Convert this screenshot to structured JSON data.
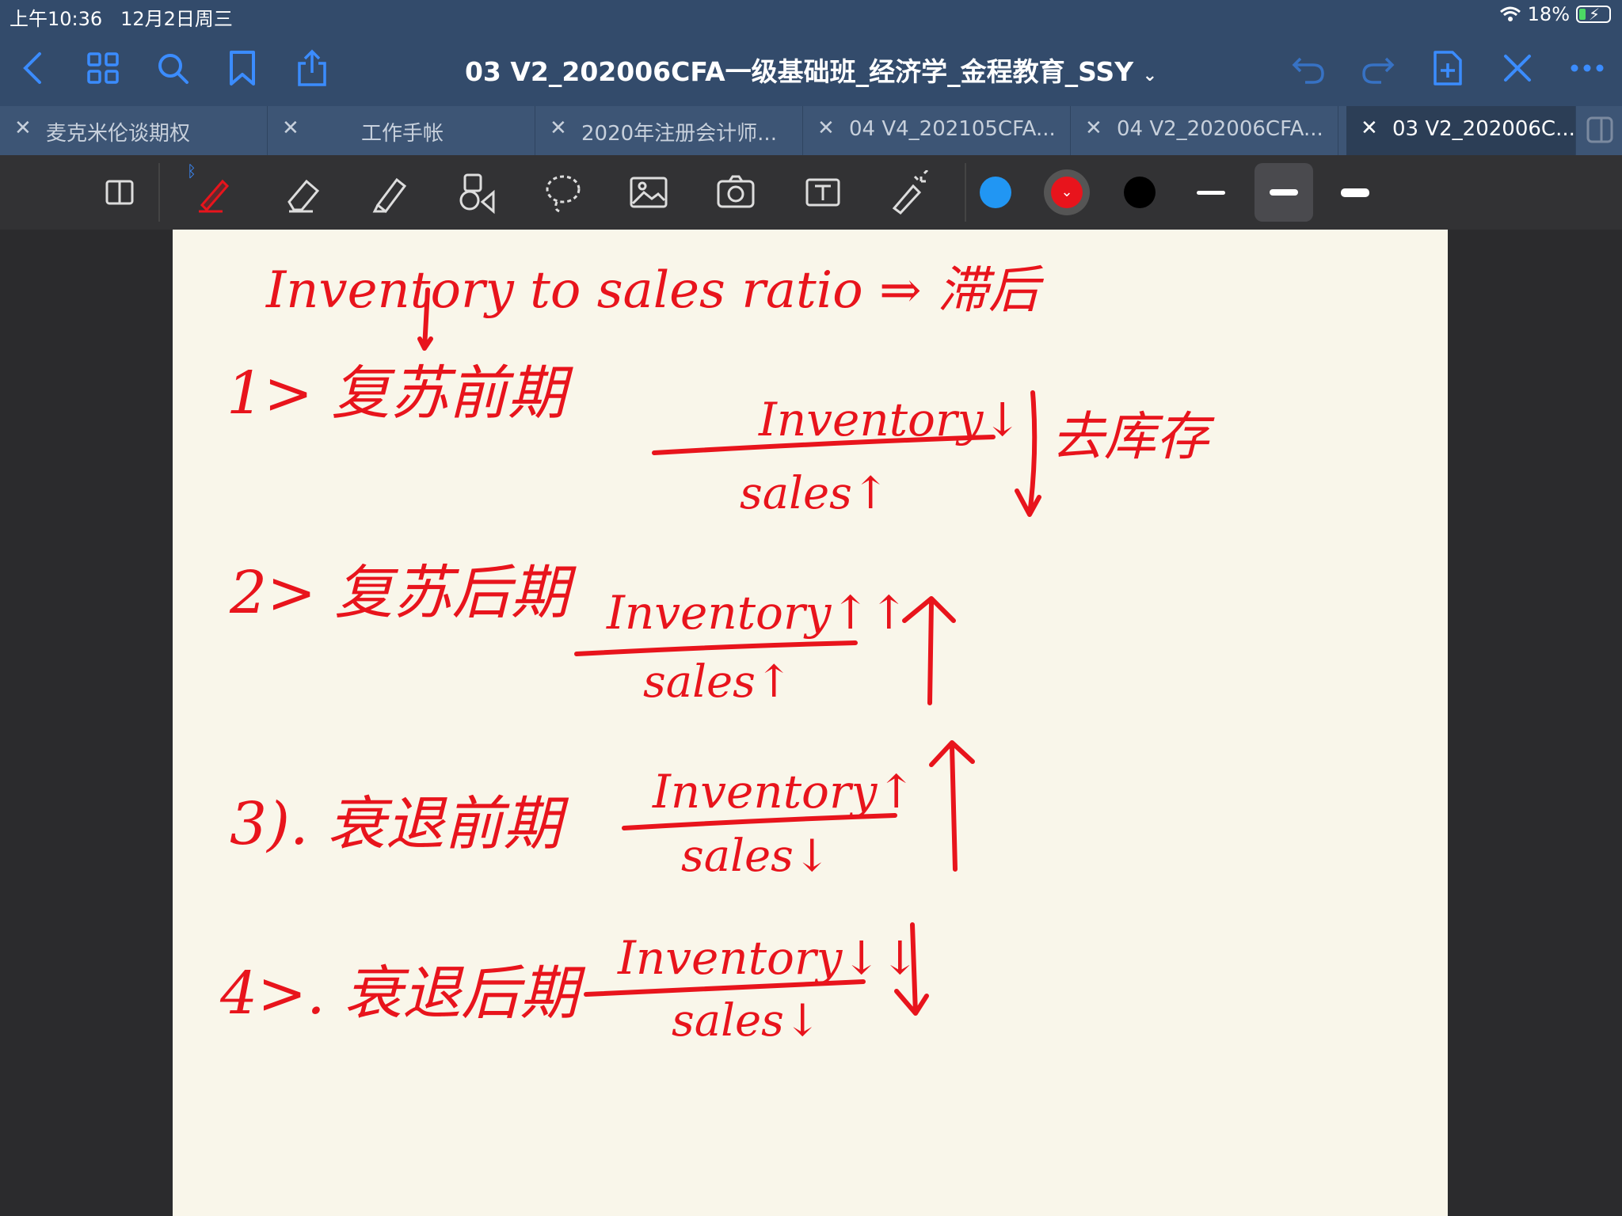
{
  "status": {
    "time": "上午10:36",
    "date": "12月2日周三",
    "battery": "18%",
    "battery_level": 0.18
  },
  "nav": {
    "title": "03 V2_202006CFA一级基础班_经济学_金程教育_SSY",
    "back_icon": "chevron-left-icon",
    "grid_icon": "grid-icon",
    "search_icon": "search-icon",
    "bookmark_icon": "bookmark-icon",
    "share_icon": "share-icon",
    "undo_icon": "undo-icon",
    "redo_icon": "redo-icon",
    "add_page_icon": "add-page-icon",
    "pen_tool_icon": "close-toolbar-icon",
    "more_icon": "more-icon"
  },
  "tabs": [
    {
      "label": "麦克米伦谈期权",
      "active": false
    },
    {
      "label": "工作手帐",
      "active": false
    },
    {
      "label": "2020年注册会计师...",
      "active": false
    },
    {
      "label": "04 V4_202105CFA...",
      "active": false
    },
    {
      "label": "04 V2_202006CFA...",
      "active": false
    },
    {
      "label": "03 V2_202006C...",
      "active": true
    }
  ],
  "toolbar": {
    "colors": [
      "#2196f3",
      "#e8141c",
      "#000000"
    ],
    "selected_color": "#e8141c"
  },
  "note": {
    "title_line": "Inventory to sales ratio ⇒ 滞后",
    "phases": [
      {
        "label": "1> 复苏前期",
        "numerator": "Inventory↓",
        "denominator": "sales↑",
        "ratio": "↓",
        "note": "去库存"
      },
      {
        "label": "2> 复苏后期",
        "numerator": "Inventory↑↑",
        "denominator": "sales↑",
        "ratio": "↑",
        "note": ""
      },
      {
        "label": "3). 衰退前期",
        "numerator": "Inventory↑",
        "denominator": "sales↓",
        "ratio": "↑",
        "note": ""
      },
      {
        "label": "4>. 衰退后期",
        "numerator": "Inventory↓↓",
        "denominator": "sales↓",
        "ratio": "↓.",
        "note": ""
      }
    ]
  }
}
